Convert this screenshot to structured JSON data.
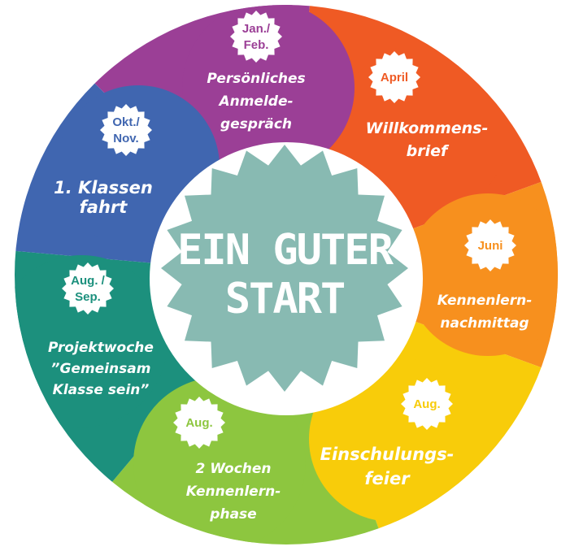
{
  "title": {
    "line1": "EIN GUTER",
    "line2": "START"
  },
  "colors": {
    "purple": "#9B3F96",
    "red": "#EF5A24",
    "orange": "#F7901E",
    "yellow": "#F8CC0A",
    "green": "#8DC63F",
    "teal": "#1C907D",
    "blue": "#4066B0",
    "center": "#88BAB2"
  },
  "steps": [
    {
      "month_lines": [
        "Jan./",
        "Feb."
      ],
      "label_lines": [
        "Persönliches",
        "Anmelde-",
        "gespräch"
      ],
      "color": "#9B3F96"
    },
    {
      "month_lines": [
        "April"
      ],
      "label_lines": [
        "Willkommens-",
        "brief"
      ],
      "color": "#EF5A24"
    },
    {
      "month_lines": [
        "Juni"
      ],
      "label_lines": [
        "Kennenlern-",
        "nachmittag"
      ],
      "color": "#F7901E"
    },
    {
      "month_lines": [
        "Aug."
      ],
      "label_lines": [
        "Einschulungs-",
        "feier"
      ],
      "color": "#F8CC0A"
    },
    {
      "month_lines": [
        "Aug."
      ],
      "label_lines": [
        "2 Wochen",
        "Kennenlern-",
        "phase"
      ],
      "color": "#8DC63F"
    },
    {
      "month_lines": [
        "Aug. /",
        "Sep."
      ],
      "label_lines": [
        "Projektwoche",
        "”Gemeinsam",
        "Klasse sein”"
      ],
      "color": "#1C907D"
    },
    {
      "month_lines": [
        "Okt./",
        "Nov."
      ],
      "label_lines": [
        "1. Klassen",
        "fahrt"
      ],
      "color": "#4066B0"
    }
  ]
}
